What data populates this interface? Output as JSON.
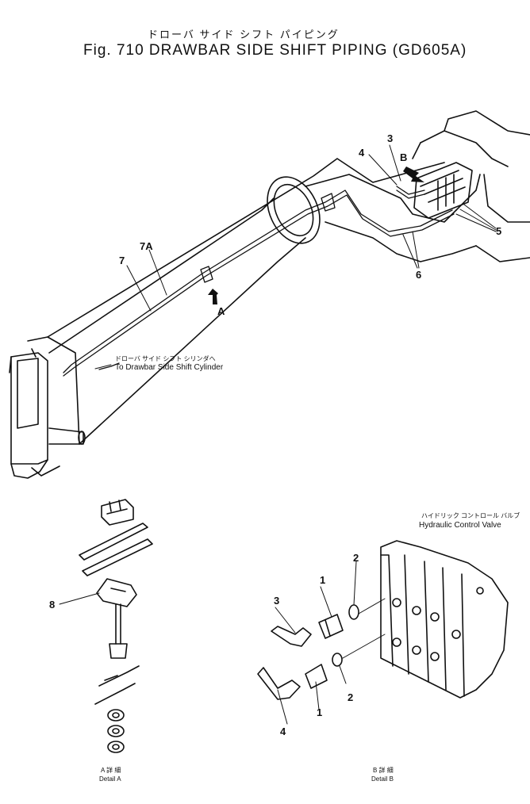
{
  "title": {
    "jp": "ドローバ サイド シフト パイピング",
    "en": "Fig. 710 DRAWBAR SIDE SHIFT PIPING (GD605A)"
  },
  "main": {
    "callouts": {
      "c3": "3",
      "c4": "4",
      "cB": "B",
      "c5": "5",
      "c6": "6",
      "c7": "7",
      "c7A": "7A",
      "cA": "A"
    },
    "cylinder_note_jp": "ドローバ サイド シフト シリンダへ",
    "cylinder_note_en": "To Drawbar Side Shift Cylinder"
  },
  "detail_a": {
    "callout_8": "8",
    "caption_jp": "A 詳 細",
    "caption_en": "Detail A"
  },
  "detail_b": {
    "valve_jp": "ハイドリック コントロール バルブ",
    "valve_en": "Hydraulic Control Valve",
    "callouts": {
      "c1a": "1",
      "c1b": "1",
      "c2a": "2",
      "c2b": "2",
      "c3": "3",
      "c4": "4"
    },
    "caption_jp": "B 詳 細",
    "caption_en": "Detail B"
  }
}
